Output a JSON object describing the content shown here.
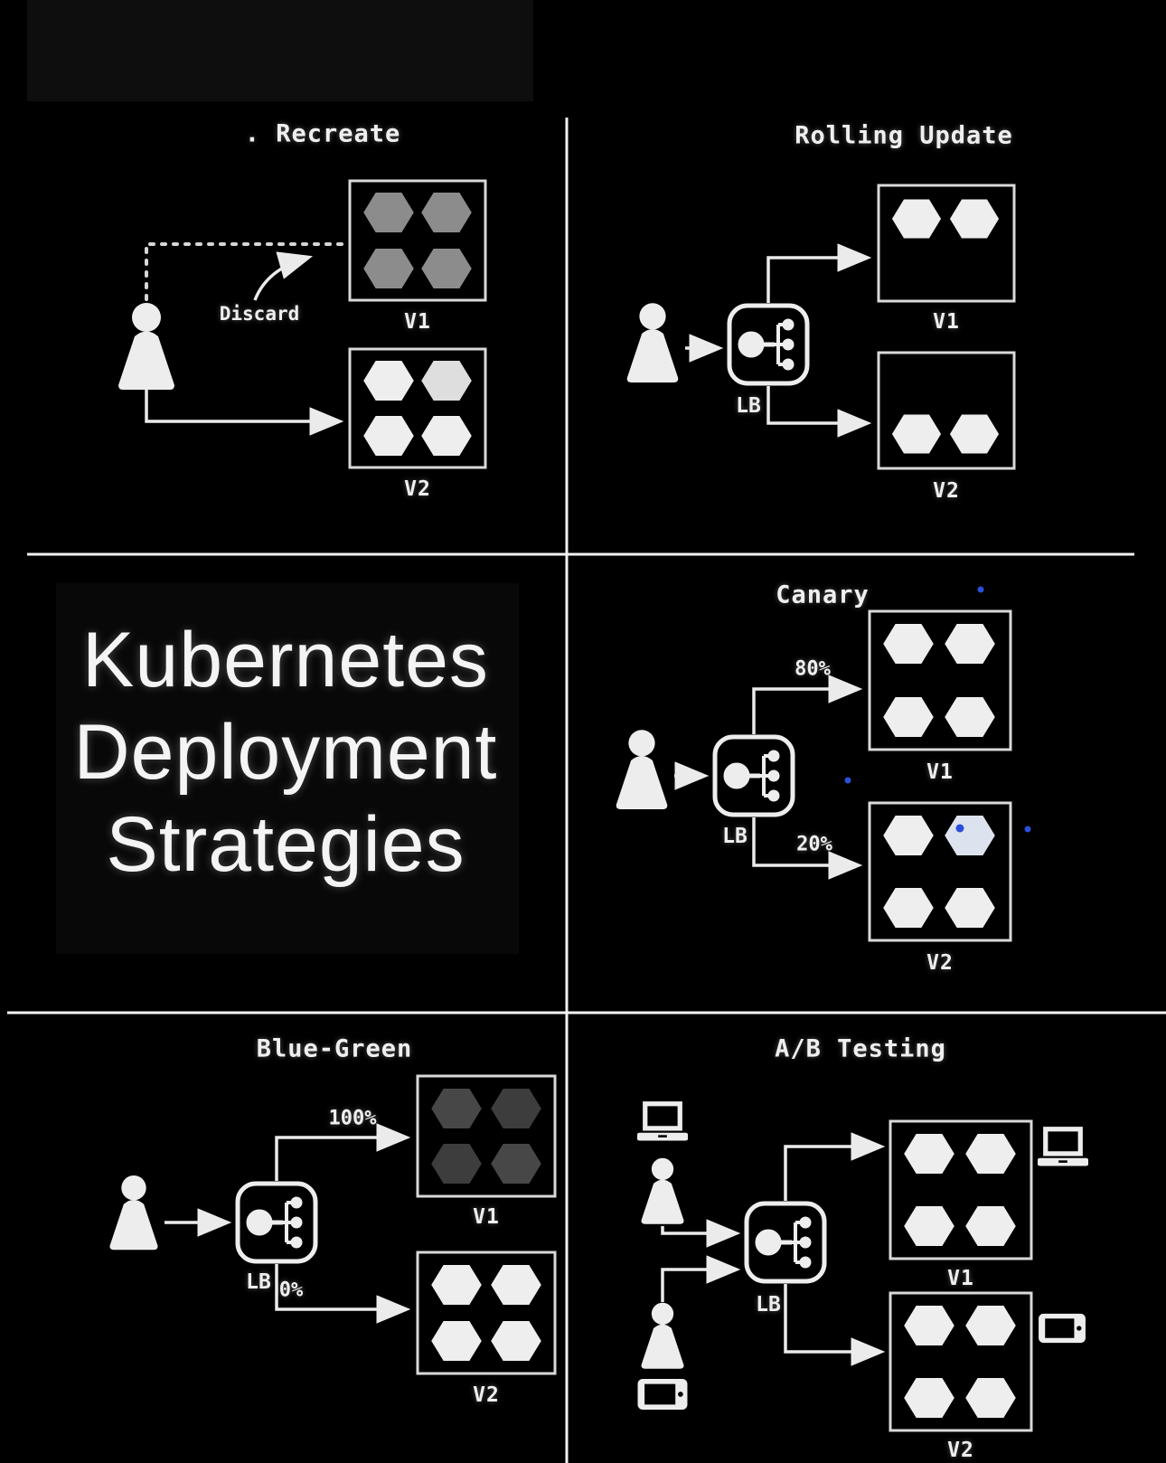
{
  "main_title": {
    "lines": [
      "Kubernetes",
      "Deployment",
      "Strategies"
    ]
  },
  "strategies": {
    "recreate": {
      "title": ". Recreate",
      "discard_label": "Discard",
      "v1_label": "V1",
      "v2_label": "V2",
      "v1_pods": {
        "count": 4,
        "state": "old-version-discarded"
      },
      "v2_pods": {
        "count": 4,
        "state": "active"
      }
    },
    "rolling_update": {
      "title": "Rolling Update",
      "lb_label": "LB",
      "v1_label": "V1",
      "v2_label": "V2",
      "v1_pods": {
        "count": 2,
        "state": "active"
      },
      "v2_pods": {
        "count": 2,
        "state": "active"
      }
    },
    "canary": {
      "title": "Canary",
      "lb_label": "LB",
      "v1_traffic": "80%",
      "v2_traffic": "20%",
      "v1_label": "V1",
      "v2_label": "V2",
      "v1_pods": {
        "count": 4,
        "state": "active"
      },
      "v2_pods": {
        "count": 4,
        "state": "canary"
      }
    },
    "blue_green": {
      "title": "Blue-Green",
      "lb_label": "LB",
      "v1_traffic": "100%",
      "v2_traffic": "0%",
      "v1_label": "V1",
      "v2_label": "V2",
      "v1_pods": {
        "count": 4,
        "state": "idle-dark"
      },
      "v2_pods": {
        "count": 4,
        "state": "standby"
      }
    },
    "ab_testing": {
      "title": "A/B Testing",
      "lb_label": "LB",
      "v1_label": "V1",
      "v2_label": "V2",
      "v1_pods": {
        "count": 4,
        "state": "variant-a"
      },
      "v2_pods": {
        "count": 4,
        "state": "variant-b"
      },
      "variant_a_device": "laptop",
      "variant_b_device": "smartphone"
    }
  },
  "icons": {
    "user": "user-silhouette",
    "lb": "load-balancer",
    "pod": "hexagon-pod",
    "laptop": "laptop",
    "phone": "smartphone"
  },
  "colors": {
    "background": "#000000",
    "line": "#ebebeb",
    "box_border": "#d9d9d9",
    "icon_white": "#ededed",
    "pod_white": "#eeeeee",
    "pod_white_dim": "#dedede",
    "pod_gray": "#8c8c8c",
    "pod_dark": "#474747",
    "pod_dark_dim": "#3d3d3d",
    "pod_tinted": "#dde3ee",
    "blue_dot": "#2c4fd8"
  }
}
